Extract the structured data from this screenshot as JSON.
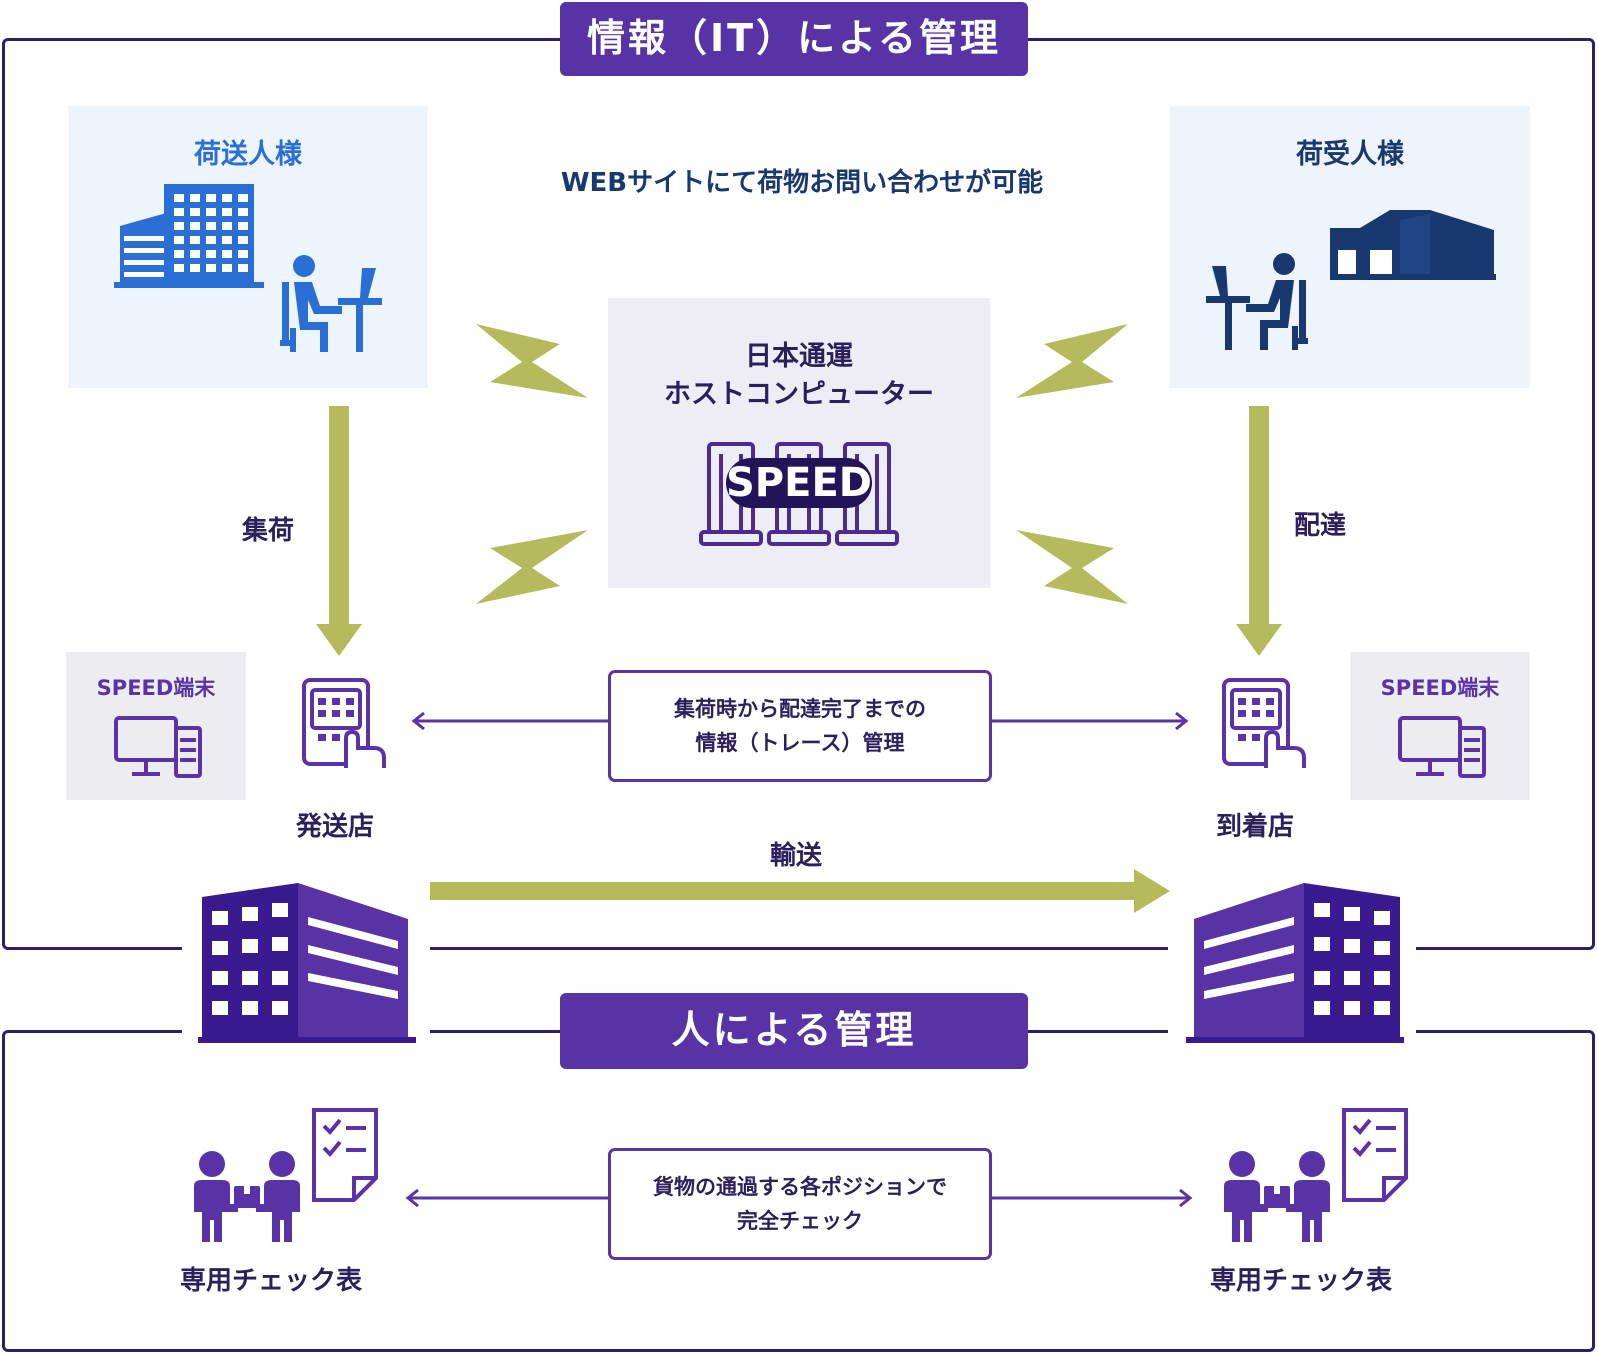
{
  "sections": {
    "it_title": "情報（IT）による管理",
    "human_title": "人による管理"
  },
  "shipper": {
    "title": "荷送人様"
  },
  "receiver": {
    "title": "荷受人様"
  },
  "web_note": "WEBサイトにて荷物お問い合わせが可能",
  "host": {
    "line1": "日本通運",
    "line2": "ホストコンピューター",
    "logo_text": "SPEED"
  },
  "flow": {
    "pickup": "集荷",
    "delivery": "配達",
    "transport": "輸送"
  },
  "stores": {
    "origin": "発送店",
    "destination": "到着店",
    "terminal_left": "SPEED端末",
    "terminal_right": "SPEED端末"
  },
  "trace": {
    "line1": "集荷時から配達完了までの",
    "line2": "情報（トレース）管理"
  },
  "check": {
    "line1": "貨物の通過する各ポジションで",
    "line2": "完全チェック",
    "left_label": "専用チェック表",
    "right_label": "専用チェック表"
  },
  "colors": {
    "frame": "#2e1f66",
    "purple": "#5733a6",
    "olive": "#b5bb5c",
    "blue": "#2a6fd6",
    "navy": "#1a3870",
    "panel_bg": "#eef4fc",
    "host_bg": "#eeedf5"
  }
}
